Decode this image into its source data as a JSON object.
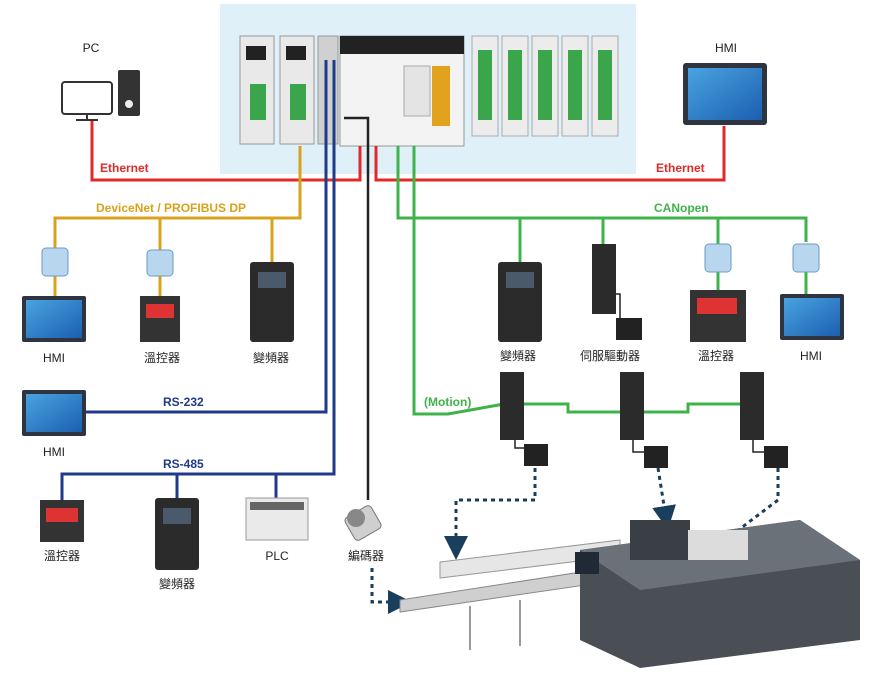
{
  "colors": {
    "ethernet": "#e02a2a",
    "devicenet": "#d9a21c",
    "canopen": "#3fb34a",
    "rs": "#1f3a8a",
    "encoder": "#222222",
    "panel_bg": "#dff0f8"
  },
  "buses": {
    "ethernet_left": "Ethernet",
    "ethernet_right": "Ethernet",
    "devicenet": "DeviceNet / PROFIBUS DP",
    "canopen": "CANopen",
    "rs232": "RS-232",
    "rs485": "RS-485",
    "motion": "(Motion)"
  },
  "devices": {
    "pc": "PC",
    "hmi_top": "HMI",
    "dn_hmi": "HMI",
    "dn_temp": "溫控器",
    "dn_drive": "變頻器",
    "rs232_hmi": "HMI",
    "rs485_temp": "溫控器",
    "rs485_drive": "變頻器",
    "rs485_plc": "PLC",
    "encoder": "編碼器",
    "can_drive": "變頻器",
    "can_servo": "伺服驅動器",
    "can_temp": "溫控器",
    "can_hmi": "HMI"
  }
}
